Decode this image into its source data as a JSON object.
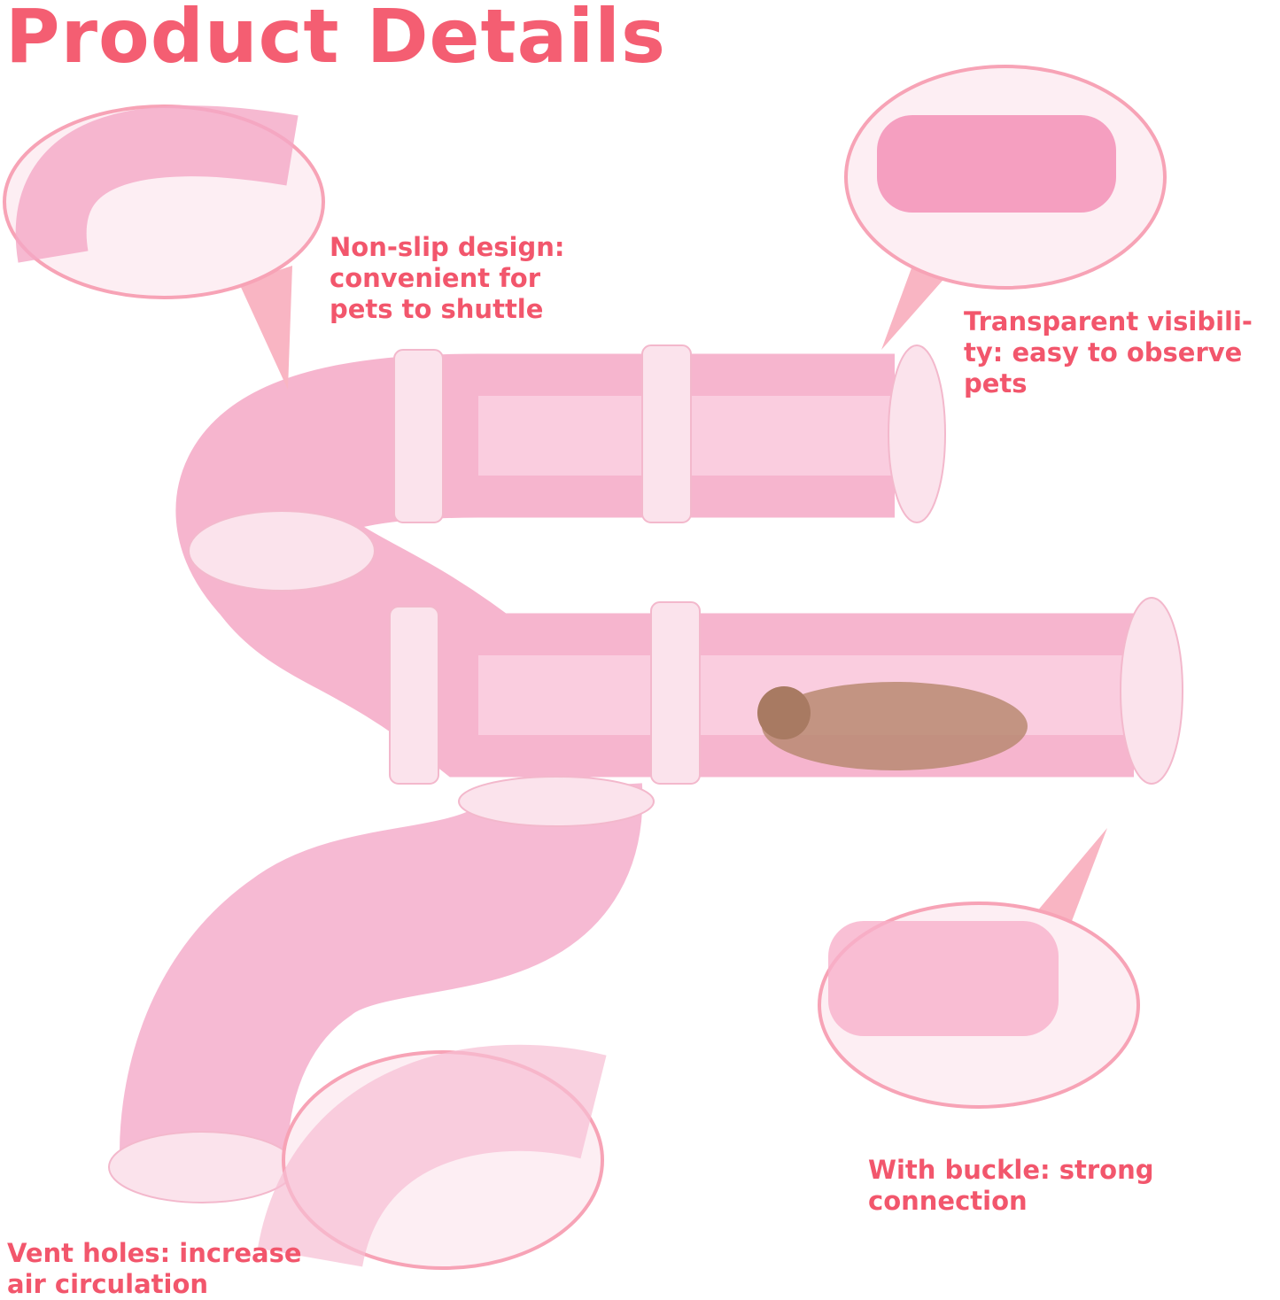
{
  "title": "Product Details",
  "features": [
    {
      "text": "Non-slip design:\nconvenient for\npets to shuttle"
    },
    {
      "text": "Transparent visibili-\nty: easy to observe\npets"
    },
    {
      "text": "With buckle: strong\nconnection"
    },
    {
      "text": "Vent holes: increase\nair circulation"
    }
  ],
  "colors": {
    "accent": "#f45e72",
    "tube": "#f7a6c4",
    "connector": "#fbe0ea"
  }
}
